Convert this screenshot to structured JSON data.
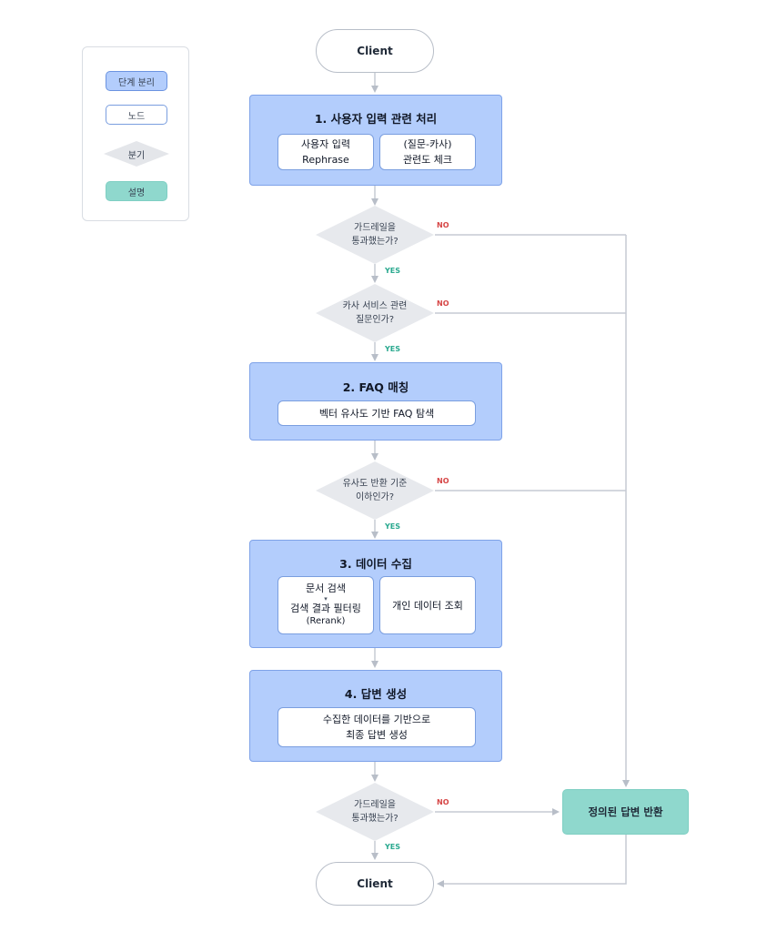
{
  "legend": {
    "stage": "단계 분리",
    "node": "노드",
    "branch": "분기",
    "desc": "설명"
  },
  "client_top": "Client",
  "client_bottom": "Client",
  "stage1": {
    "title": "1. 사용자 입력 관련 처리",
    "box_a": [
      "사용자 입력",
      "Rephrase"
    ],
    "box_b": [
      "(질문-카사)",
      "관련도 체크"
    ]
  },
  "decision1": [
    "가드레일을",
    "통과했는가?"
  ],
  "decision2": [
    "카사 서비스 관련",
    "질문인가?"
  ],
  "stage2": {
    "title": "2. FAQ 매칭",
    "box": "벡터 유사도 기반 FAQ 탐색"
  },
  "decision3": [
    "유사도 반환 기준",
    "이하인가?"
  ],
  "stage3": {
    "title": "3. 데이터 수집",
    "box_a": [
      "문서 검색",
      "▾",
      "검색 결과 필터링",
      "(Rerank)"
    ],
    "box_b": "개인 데이터 조회"
  },
  "stage4": {
    "title": "4. 답변 생성",
    "box": [
      "수집한 데이터를 기반으로",
      "최종 답변 생성"
    ]
  },
  "decision4": [
    "가드레일을",
    "통과했는가?"
  ],
  "predefined": "정의된 답변 반환",
  "labels": {
    "yes": "YES",
    "no": "NO"
  },
  "colors": {
    "stage": "#b3cdfc",
    "desc": "#8fd8cd",
    "yes": "#2aa98f",
    "no": "#d64545",
    "line": "#c5cad3"
  }
}
